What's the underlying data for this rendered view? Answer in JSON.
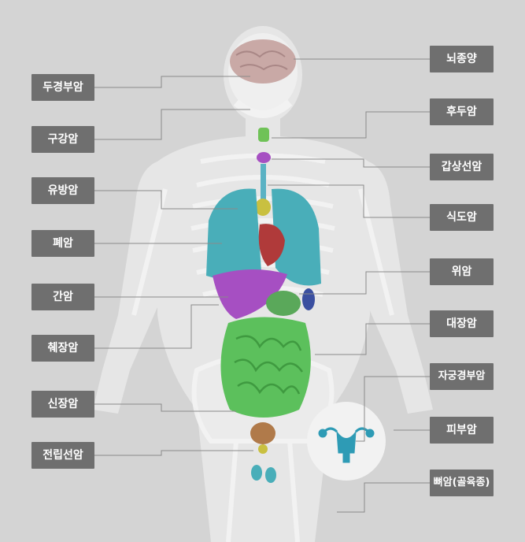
{
  "colors": {
    "background": "#d4d4d4",
    "label_bg": "#6f6f6f",
    "label_text": "#ffffff",
    "leader_line": "#8a8a8a",
    "brain": "#c9a9a6",
    "lung": "#49aeb9",
    "heart": "#b03a3a",
    "liver": "#a64fc2",
    "intestine": "#5cc05c",
    "stomach": "#5aa85a",
    "thyroid": "#c9c040",
    "uterus": "#2e9bb5"
  },
  "left_labels": [
    {
      "id": "head-neck",
      "text": "두경부암"
    },
    {
      "id": "oral",
      "text": "구강암"
    },
    {
      "id": "breast",
      "text": "유방암"
    },
    {
      "id": "lung",
      "text": "폐암"
    },
    {
      "id": "liver",
      "text": "간암"
    },
    {
      "id": "pancreas",
      "text": "췌장암"
    },
    {
      "id": "kidney",
      "text": "신장암"
    },
    {
      "id": "prostate",
      "text": "전립선암"
    }
  ],
  "right_labels": [
    {
      "id": "brain",
      "text": "뇌종양"
    },
    {
      "id": "larynx",
      "text": "후두암"
    },
    {
      "id": "thyroid",
      "text": "갑상선암"
    },
    {
      "id": "esophagus",
      "text": "식도암"
    },
    {
      "id": "stomach",
      "text": "위암"
    },
    {
      "id": "colon",
      "text": "대장암"
    },
    {
      "id": "cervix",
      "text": "자궁경부암"
    },
    {
      "id": "skin",
      "text": "피부암"
    },
    {
      "id": "bone",
      "text": "뼈암(골육종)"
    }
  ]
}
